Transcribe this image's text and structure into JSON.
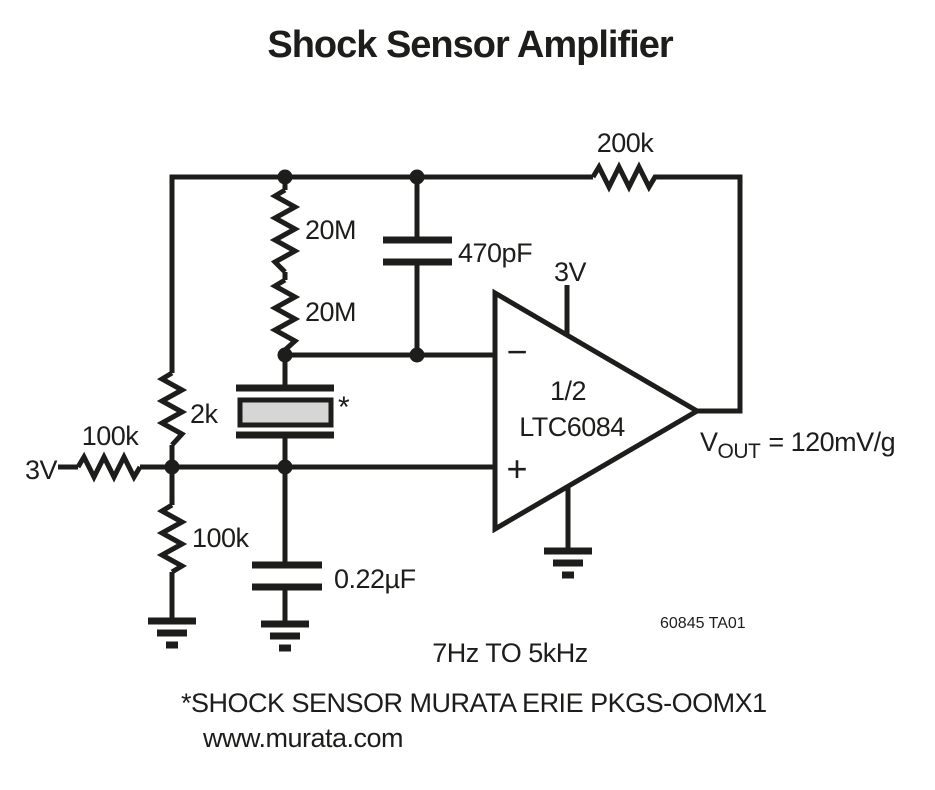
{
  "title": "Shock Sensor Amplifier",
  "colors": {
    "ink": "#1d1d1b",
    "background": "#ffffff",
    "sensor_fill": "#d6d6d6"
  },
  "source": {
    "label": "3V"
  },
  "components": {
    "r_input": "100k",
    "r_bias": "100k",
    "r_series": "2k",
    "r_gain_top": "20M",
    "r_gain_bottom": "20M",
    "r_feedback": "200k",
    "c_feedback": "470pF",
    "c_filter": "0.22µF",
    "sensor_mark": "*"
  },
  "opamp": {
    "fraction": "1/2",
    "part": "LTC6084",
    "minus": "−",
    "plus": "+",
    "supply": "3V"
  },
  "output": {
    "v": "V",
    "sub": "OUT",
    "value": "= 120mV/g"
  },
  "notes": {
    "bandwidth": "7Hz TO 5kHz",
    "sensor_note": "*SHOCK SENSOR MURATA ERIE PKGS-OOMX1",
    "sensor_url": "www.murata.com",
    "figure_id": "60845 TA01"
  }
}
